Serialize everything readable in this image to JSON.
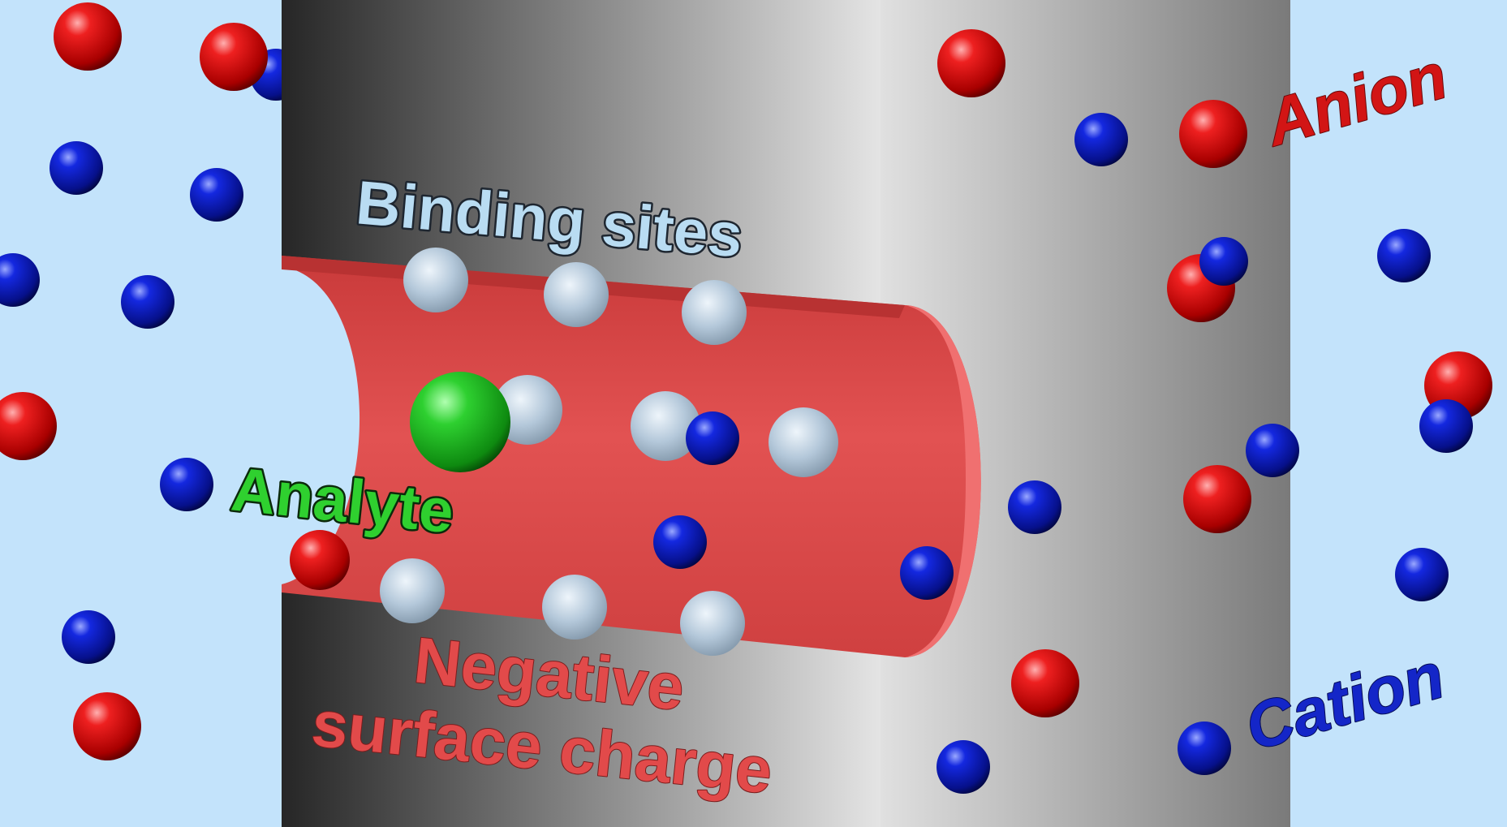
{
  "labels": {
    "binding_sites": "Binding sites",
    "analyte": "Analyte",
    "negative_line1": "Negative",
    "negative_line2": "surface charge",
    "anion": "Anion",
    "cation": "Cation"
  },
  "colors": {
    "solution": "#c3e3fb",
    "membrane_dark": "#2a2a2a",
    "membrane_light": "#e2e2e2",
    "channel": "#dd4646",
    "anion": "#d81818",
    "cation": "#1222c8",
    "analyte": "#22c42a",
    "binding_site": "#b4c8da"
  },
  "legend": {
    "anion_color": "red",
    "cation_color": "blue"
  }
}
